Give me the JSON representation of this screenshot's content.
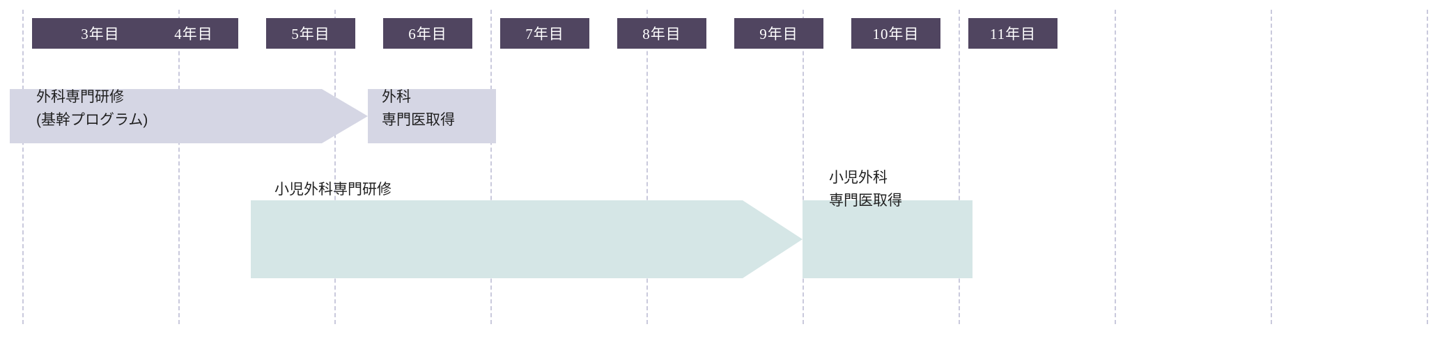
{
  "chart_data": {
    "type": "table",
    "title": "",
    "xlabel": "",
    "ylabel": "",
    "categories": [
      "3年目",
      "4年目",
      "5年目",
      "6年目",
      "7年目",
      "8年目",
      "9年目",
      "10年目",
      "11年目"
    ],
    "series": [
      {
        "name": "外科専門研修（基幹プログラム）",
        "color": "#d5d6e4",
        "start_category": "3年目",
        "end_category": "6年目",
        "shape": "arrow"
      },
      {
        "name": "外科 専門医取得",
        "color": "#d5d6e4",
        "start_category": "6年目",
        "end_category": "7年目",
        "shape": "box"
      },
      {
        "name": "小児外科専門研修",
        "color": "#d5e6e6",
        "start_category": "5年目",
        "end_category": "8年目",
        "shape": "arrow"
      },
      {
        "name": "小児外科 専門医取得",
        "color": "#d5e6e6",
        "start_category": "8年目",
        "end_category": "9年目",
        "shape": "box"
      }
    ]
  },
  "colors": {
    "header_bg": "#504560",
    "header_text": "#ffffff",
    "gridline": "#c9c9dc",
    "purple_band": "#d5d6e4",
    "teal_band": "#d5e6e6",
    "label_text": "#1f1f1f",
    "page_bg": "#ffffff"
  },
  "headers": [
    {
      "label": "3年目"
    },
    {
      "label": "4年目"
    },
    {
      "label": "5年目"
    },
    {
      "label": "6年目"
    },
    {
      "label": "7年目"
    },
    {
      "label": "8年目"
    },
    {
      "label": "9年目"
    },
    {
      "label": "10年目"
    },
    {
      "label": "11年目"
    }
  ],
  "bands": {
    "surgery_training": {
      "line1": "外科専門研修",
      "line2": "(基幹プログラム)"
    },
    "surgery_cert": {
      "line1": "外科",
      "line2": "専門医取得"
    },
    "pediatric_training": {
      "line1": "小児外科専門研修"
    },
    "pediatric_cert": {
      "line1": "小児外科",
      "line2": "専門医取得"
    }
  }
}
